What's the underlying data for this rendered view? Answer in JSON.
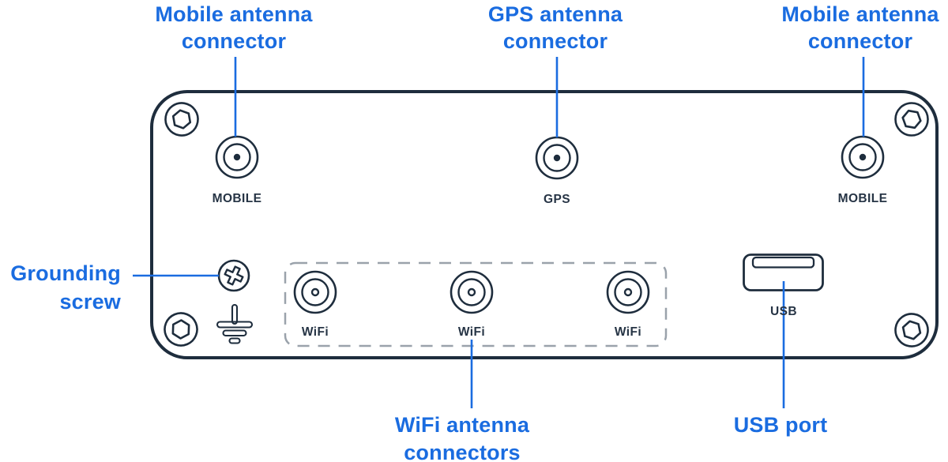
{
  "colors": {
    "label_blue": "#1a6ce0",
    "outline_navy": "#1e2d3d",
    "text_navy": "#263445",
    "dash_gray": "#9aa2ab",
    "background": "#ffffff"
  },
  "callouts": {
    "mobile_left": {
      "line1": "Mobile antenna",
      "line2": "connector"
    },
    "gps": {
      "line1": "GPS antenna",
      "line2": "connector"
    },
    "mobile_right": {
      "line1": "Mobile antenna",
      "line2": "connector"
    },
    "grounding": {
      "line1": "Grounding",
      "line2": "screw"
    },
    "wifi": {
      "line1": "WiFi antenna",
      "line2": "connectors"
    },
    "usb": {
      "line1": "USB port"
    }
  },
  "panel_labels": {
    "mobile_left": "MOBILE",
    "gps": "GPS",
    "mobile_right": "MOBILE",
    "wifi_1": "WiFi",
    "wifi_2": "WiFi",
    "wifi_3": "WiFi",
    "usb": "USB"
  }
}
